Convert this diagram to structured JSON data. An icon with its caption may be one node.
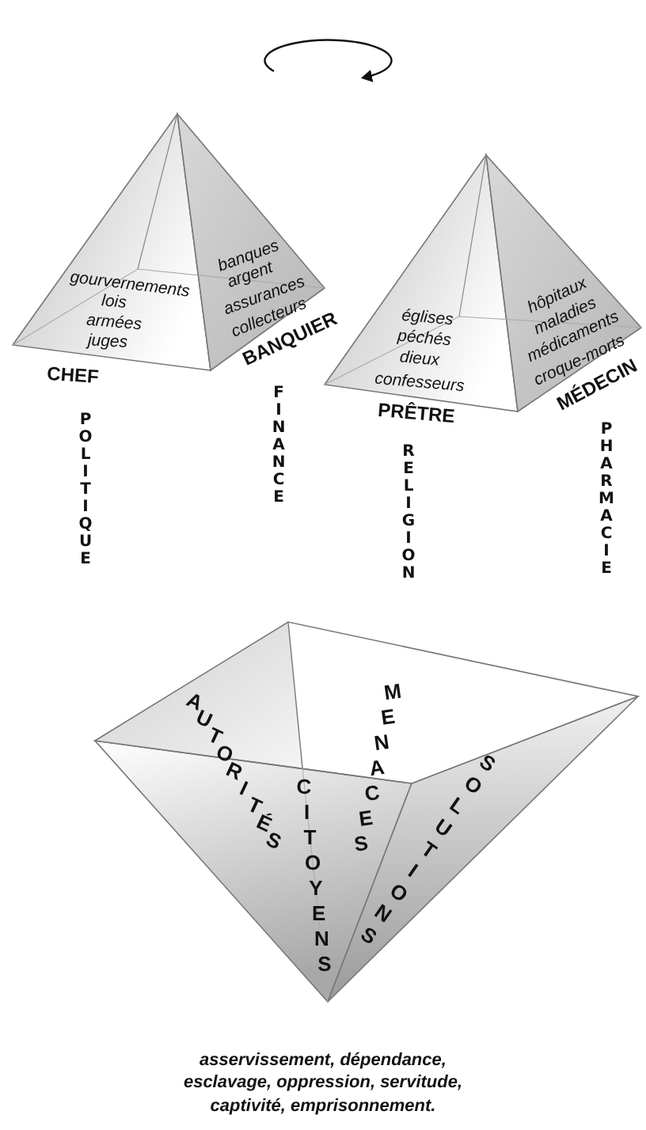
{
  "diagram": {
    "caption": "asservissement, dépendance, esclavage, oppression, servitude, captivité, emprisonnement.",
    "nodes": [
      {
        "text": [
          "gourvernements",
          "lois",
          "armées",
          "juges",
          "CHEF",
          "banques",
          "argent",
          "assurances",
          "collecteurs",
          "BANQUIER"
        ]
      },
      {
        "text": [
          "églises",
          "péchés",
          "dieux",
          "confesseurs",
          "PRÊTRE",
          "hôpitaux",
          "maladies",
          "médicaments",
          "croque-morts",
          "MÉDECIN"
        ]
      },
      {
        "text": [
          "AUTORITÉS",
          "CITOYENS",
          "MENACES",
          "SOLUTIONS"
        ]
      }
    ],
    "labels": [
      "POLITIQUE",
      "FINANCE",
      "RELIGION",
      "PHARMACIE"
    ]
  }
}
